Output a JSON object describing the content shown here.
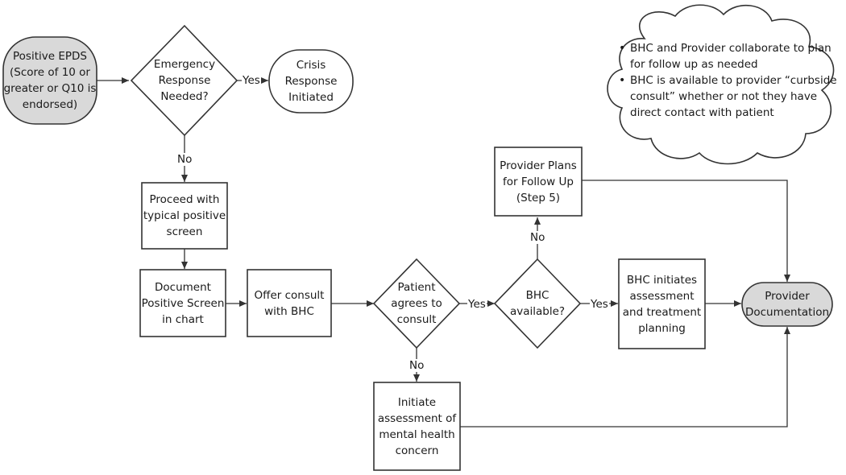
{
  "colors": {
    "stroke": "#333333",
    "terminal_fill": "#d9d9d9",
    "process_fill": "#ffffff",
    "text": "#1a1a1a"
  },
  "nodes": {
    "positive_epds": "Positive EPDS\n(Score of 10 or\ngreater or Q10 is\nendorsed)",
    "emergency_response": "Emergency\nResponse\nNeeded?",
    "crisis_response": "Crisis\nResponse\nInitiated",
    "proceed_typical": "Proceed with\ntypical positive\nscreen",
    "document_positive": "Document\nPositive Screen\nin chart",
    "offer_consult": "Offer consult\nwith BHC",
    "patient_agrees": "Patient\nagrees to\nconsult",
    "bhc_available": "BHC\navailable?",
    "provider_plans": "Provider Plans\nfor Follow Up\n(Step 5)",
    "bhc_initiates": "BHC initiates\nassessment\nand treatment\nplanning",
    "initiate_assessment": "Initiate\nassessment of\nmental health\nconcern",
    "provider_documentation": "Provider\nDocumentation"
  },
  "edge_labels": {
    "emergency_yes": "Yes",
    "emergency_no": "No",
    "agrees_yes": "Yes",
    "agrees_no": "No",
    "bhc_yes": "Yes",
    "bhc_no": "No"
  },
  "cloud_notes": [
    "BHC and Provider collaborate to plan for follow up as needed",
    "BHC is available to provider “curbside consult” whether or not they have direct contact with patient"
  ]
}
